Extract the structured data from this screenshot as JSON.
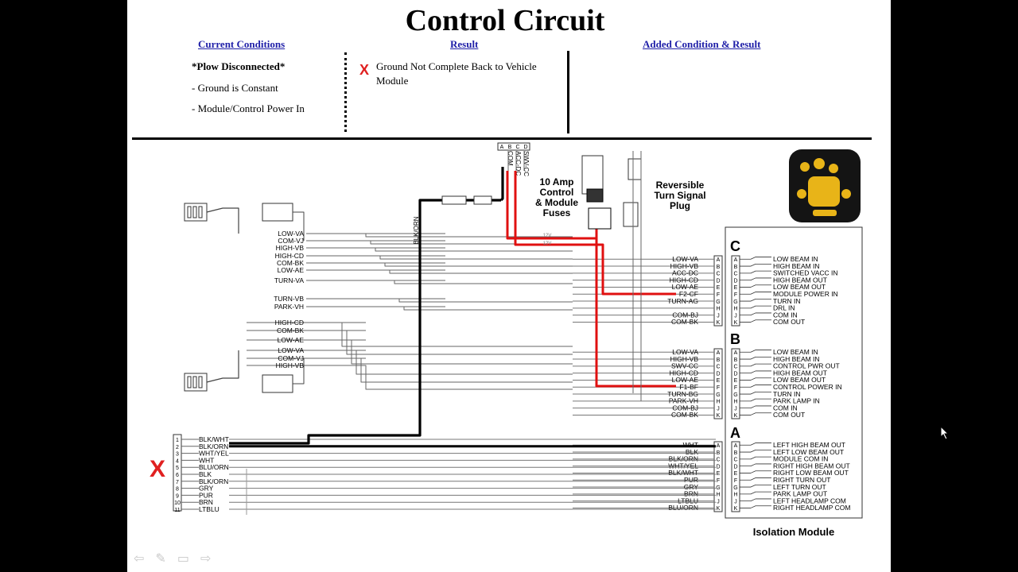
{
  "title": "Control Circuit",
  "headers": {
    "current": "Current Conditions",
    "result": "Result",
    "added": "Added Condition & Result"
  },
  "conditions": {
    "line1": "*Plow Disconnected*",
    "line2": "- Ground is Constant",
    "line3": "- Module/Control Power In"
  },
  "result": {
    "mark": "X",
    "text": "Ground Not Complete Back to Vehicle Module"
  },
  "diagram": {
    "fuse_label": [
      "10 Amp",
      "Control",
      "& Module",
      "Fuses"
    ],
    "turn_signal_label": [
      "Reversible",
      "Turn Signal",
      "Plug"
    ],
    "isolation_module": "Isolation Module",
    "top_pins": [
      "A",
      "B",
      "C",
      "D"
    ],
    "top_wire_labels": [
      "COM",
      "ACC-DC",
      "SWV-CC"
    ],
    "blk_orn_label": "BLK/ORN",
    "fuse_wire_labels": [
      "12V",
      "12V"
    ],
    "left_labels_upper": [
      "LOW-VA",
      "COM-VJ",
      "HIGH-VB",
      "HIGH-CD",
      "COM-BK",
      "LOW-AE",
      "TURN-VA",
      "TURN-VB",
      "PARK-VH"
    ],
    "left_labels_lower": [
      "HIGH-CD",
      "COM-BK",
      "LOW-AE",
      "LOW-VA",
      "COM-VJ",
      "HIGH-VB"
    ],
    "connector_c": {
      "letter": "C",
      "wires": [
        "LOW-VA",
        "HIGH-VB",
        "ACC-DC",
        "HIGH-CD",
        "LOW-AE",
        "F2-CF",
        "TURN-AG",
        "",
        "COM-BJ",
        "COM-BK"
      ],
      "pins": [
        "A",
        "B",
        "C",
        "D",
        "E",
        "F",
        "G",
        "H",
        "J",
        "K"
      ],
      "outputs": [
        "LOW BEAM IN",
        "HIGH BEAM IN",
        "SWITCHED VACC IN",
        "HIGH BEAM OUT",
        "LOW BEAM OUT",
        "MODULE POWER IN",
        "TURN IN",
        "DRL IN",
        "COM IN",
        "COM OUT"
      ]
    },
    "connector_b": {
      "letter": "B",
      "wires": [
        "LOW-VA",
        "HIGH-VB",
        "SWV-CC",
        "HIGH-CD",
        "LOW-AE",
        "F1-BF",
        "TURN-BG",
        "PARK-VH",
        "COM-BJ",
        "COM-BK"
      ],
      "pins": [
        "A",
        "B",
        "C",
        "D",
        "E",
        "F",
        "G",
        "H",
        "J",
        "K"
      ],
      "outputs": [
        "LOW BEAM IN",
        "HIGH BEAM IN",
        "CONTROL PWR OUT",
        "HIGH BEAM OUT",
        "LOW BEAM OUT",
        "CONTROL POWER IN",
        "TURN IN",
        "PARK LAMP IN",
        "COM IN",
        "COM OUT"
      ]
    },
    "connector_a": {
      "letter": "A",
      "wires": [
        "WHT",
        "BLK",
        "BLK/ORN",
        "WHT/YEL",
        "BLK/WHT",
        "PUR",
        "GRY",
        "BRN",
        "LTBLU",
        "BLU/ORN"
      ],
      "pins": [
        "A",
        "B",
        "C",
        "D",
        "E",
        "F",
        "G",
        "H",
        "J",
        "K"
      ],
      "outputs": [
        "LEFT HIGH BEAM OUT",
        "LEFT LOW BEAM OUT",
        "MODULE COM IN",
        "RIGHT HIGH BEAM OUT",
        "RIGHT LOW BEAM OUT",
        "RIGHT TURN OUT",
        "LEFT TURN OUT",
        "PARK LAMP OUT",
        "LEFT HEADLAMP COM",
        "RIGHT HEADLAMP COM"
      ]
    },
    "plow_connector": {
      "mark": "X",
      "numbers": [
        "1",
        "2",
        "3",
        "4",
        "5",
        "6",
        "7",
        "8",
        "9",
        "10",
        "11"
      ],
      "wires": [
        "BLK/WHT",
        "BLK/ORN",
        "WHT/YEL",
        "WHT",
        "BLU/ORN",
        "BLK",
        "BLK/ORN",
        "GRY",
        "PUR",
        "BRN",
        "LTBLU"
      ]
    },
    "colors": {
      "power": "#e01010",
      "ground": "#000000",
      "wire": "#444444"
    }
  },
  "nav_icons": [
    "prev-arrow-icon",
    "pen-icon",
    "menu-icon",
    "next-arrow-icon"
  ]
}
